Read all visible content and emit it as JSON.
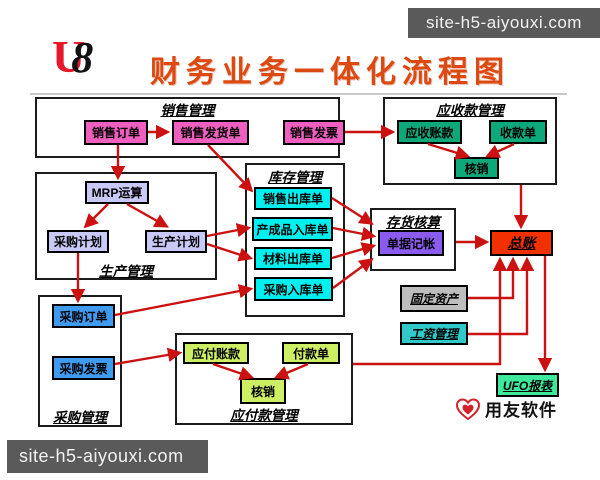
{
  "watermark": {
    "top": "site-h5-aiyouxi.com",
    "bottom": "site-h5-aiyouxi.com"
  },
  "header": {
    "logo": {
      "u": "U",
      "eight": "8"
    },
    "title": "财务业务一体化流程图"
  },
  "sections": {
    "sales": {
      "title": "销售管理"
    },
    "receivable": {
      "title": "应收款管理"
    },
    "inventory": {
      "title": "库存管理"
    },
    "inv_accounting": {
      "title": "存货核算"
    },
    "production": {
      "title": "生产管理"
    },
    "purchase": {
      "title": "采购管理"
    },
    "payable": {
      "title": "应付款管理"
    }
  },
  "nodes": {
    "sales_order": "销售订单",
    "sales_delivery": "销售发货单",
    "sales_invoice": "销售发票",
    "ar": "应收账款",
    "receipt": "收款单",
    "ar_writeoff": "核销",
    "mrp": "MRP运算",
    "purchase_plan": "采购计划",
    "production_plan": "生产计划",
    "sales_out": "销售出库单",
    "fg_in": "产成品入库单",
    "material_out": "材料出库单",
    "purchase_in": "采购入库单",
    "voucher": "单据记帐",
    "po": "采购订单",
    "purchase_invoice": "采购发票",
    "ap": "应付账款",
    "payment": "付款单",
    "ap_writeoff": "核销",
    "gl": "总账",
    "fixed_assets": "固定资产",
    "payroll": "工资管理",
    "ufo": "UFO报表"
  },
  "footer": {
    "brand": "用友软件"
  },
  "edges": [
    {
      "from": "销售订单",
      "to": "销售发货单"
    },
    {
      "from": "销售发票",
      "to": "应收账款"
    },
    {
      "from": "应收账款",
      "to": "核销"
    },
    {
      "from": "收款单",
      "to": "核销"
    },
    {
      "from": "应收款管理",
      "to": "总账"
    },
    {
      "from": "销售订单",
      "to": "MRP运算"
    },
    {
      "from": "MRP运算",
      "to": "采购计划"
    },
    {
      "from": "MRP运算",
      "to": "生产计划"
    },
    {
      "from": "销售发货单",
      "to": "销售出库单"
    },
    {
      "from": "生产计划",
      "to": "产成品入库单"
    },
    {
      "from": "生产计划",
      "to": "材料出库单"
    },
    {
      "from": "采购计划",
      "to": "采购订单"
    },
    {
      "from": "采购订单",
      "to": "采购入库单"
    },
    {
      "from": "采购发票",
      "to": "应付账款"
    },
    {
      "from": "应付账款",
      "to": "核销"
    },
    {
      "from": "付款单",
      "to": "核销"
    },
    {
      "from": "销售出库单",
      "to": "单据记帐"
    },
    {
      "from": "产成品入库单",
      "to": "单据记帐"
    },
    {
      "from": "材料出库单",
      "to": "单据记帐"
    },
    {
      "from": "采购入库单",
      "to": "单据记帐"
    },
    {
      "from": "单据记帐",
      "to": "总账"
    },
    {
      "from": "固定资产",
      "to": "总账"
    },
    {
      "from": "工资管理",
      "to": "总账"
    },
    {
      "from": "应付款管理",
      "to": "总账"
    },
    {
      "from": "总账",
      "to": "UFO报表"
    }
  ],
  "palette": {
    "arrow": "#CC1111",
    "title": "#DC4A12",
    "sales_box": "#EE5FC0",
    "receivable_box": "#0DA97B",
    "inventory_box": "#00F0F0",
    "plan_box": "#C9C9F7",
    "voucher_box": "#8B5BEF",
    "purchase_box": "#3E9BF0",
    "payable_box": "#CCEF63",
    "gl_box": "#F23000",
    "fixed_assets_box": "#BDBDBD",
    "payroll_box": "#2FC9C9",
    "ufo_box": "#3FE99C",
    "watermark_bg": "#5A5A5A"
  }
}
